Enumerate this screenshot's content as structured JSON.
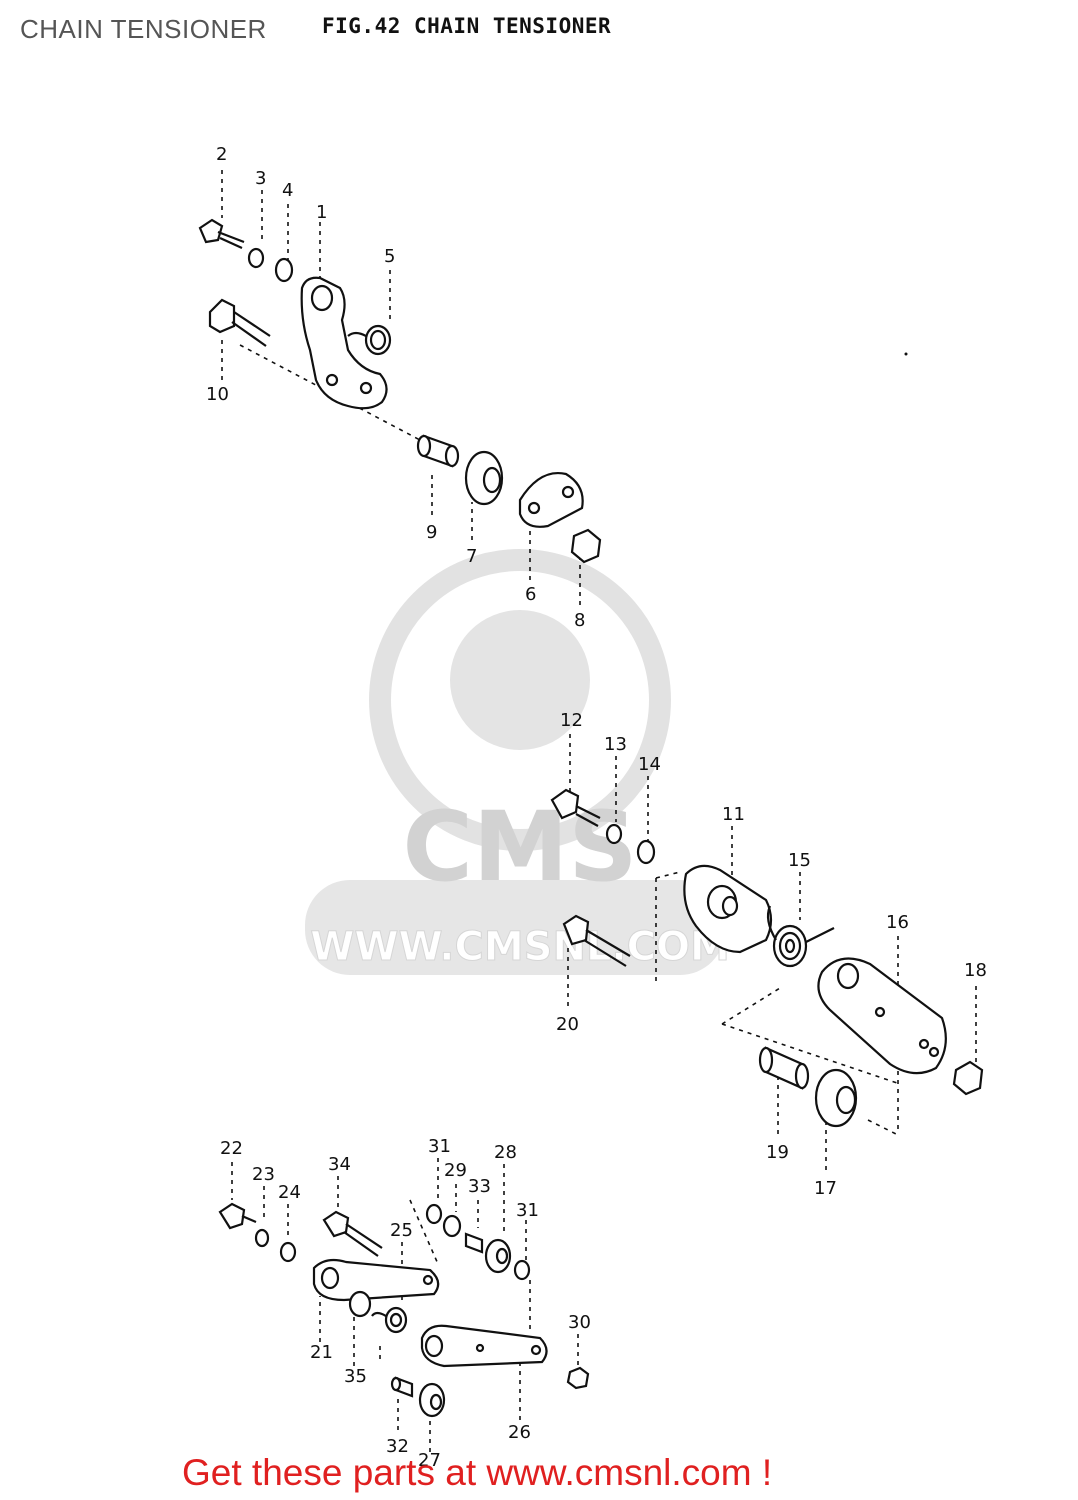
{
  "header": {
    "page_title": "CHAIN TENSIONER",
    "figure_title": "FIG.42  CHAIN TENSIONER"
  },
  "watermark": {
    "text": "WWW.CMSNL.COM",
    "logo_letters": "CMS"
  },
  "part_labels": {
    "p1": "1",
    "p2": "2",
    "p3": "3",
    "p4": "4",
    "p5": "5",
    "p6": "6",
    "p7": "7",
    "p8": "8",
    "p9": "9",
    "p10": "10",
    "p11": "11",
    "p12": "12",
    "p13": "13",
    "p14": "14",
    "p15": "15",
    "p16": "16",
    "p17": "17",
    "p18": "18",
    "p19": "19",
    "p20": "20",
    "p21": "21",
    "p22": "22",
    "p23": "23",
    "p24": "24",
    "p25": "25",
    "p26": "26",
    "p27": "27",
    "p28": "28",
    "p29": "29",
    "p30": "30",
    "p31a": "31",
    "p31b": "31",
    "p32": "32",
    "p33": "33",
    "p34": "34",
    "p35": "35"
  },
  "footer": {
    "text": "Get these parts at www.cmsnl.com !"
  },
  "colors": {
    "footer_text": "#e02020",
    "line_art": "#111111",
    "watermark": "#d8d8d8"
  }
}
